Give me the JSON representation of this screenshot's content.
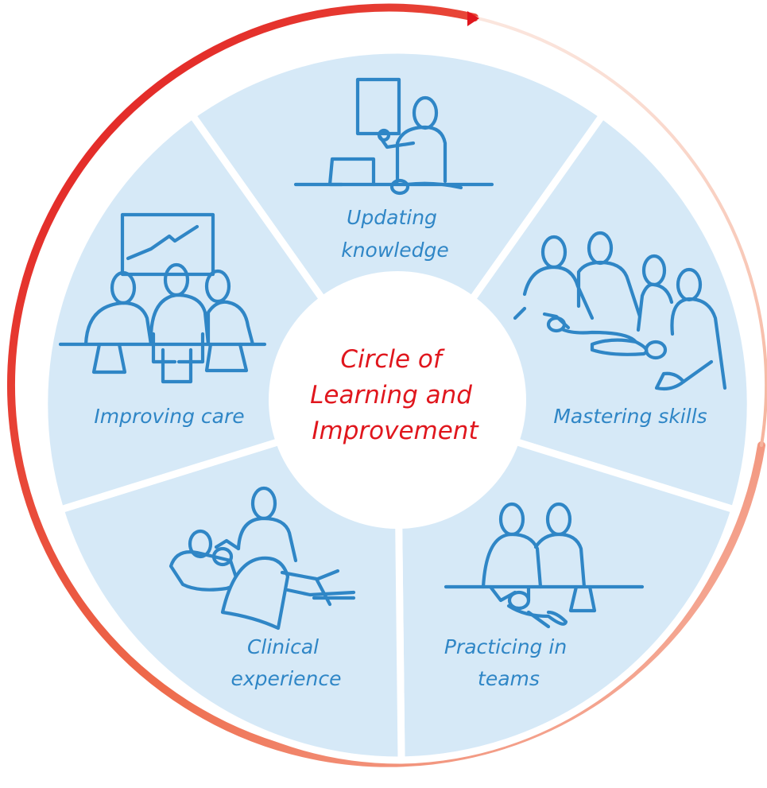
{
  "center": {
    "line1": "Circle of",
    "line2": "Learning and",
    "line3": "Improvement"
  },
  "segments": [
    {
      "id": "updating",
      "line1": "Updating",
      "line2": "knowledge"
    },
    {
      "id": "mastering",
      "line1": "Mastering skills"
    },
    {
      "id": "practicing",
      "line1": "Practicing in",
      "line2": "teams"
    },
    {
      "id": "clinical",
      "line1": "Clinical",
      "line2": "experience"
    },
    {
      "id": "improving",
      "line1": "Improving care"
    }
  ],
  "colors": {
    "segment_fill": "#d6e9f7",
    "illustration": "#2f86c6",
    "label_text": "#2f86c6",
    "center_text": "#e0161d",
    "arrow_start": "#e0161d",
    "arrow_end": "#fbe3da"
  },
  "icons": {
    "updating": "presenter-with-board-and-laptop",
    "mastering": "group-practicing-on-manikins",
    "practicing": "pair-practicing-on-manikin",
    "clinical": "birth-attendant-with-mother",
    "improving": "team-reviewing-chart"
  }
}
